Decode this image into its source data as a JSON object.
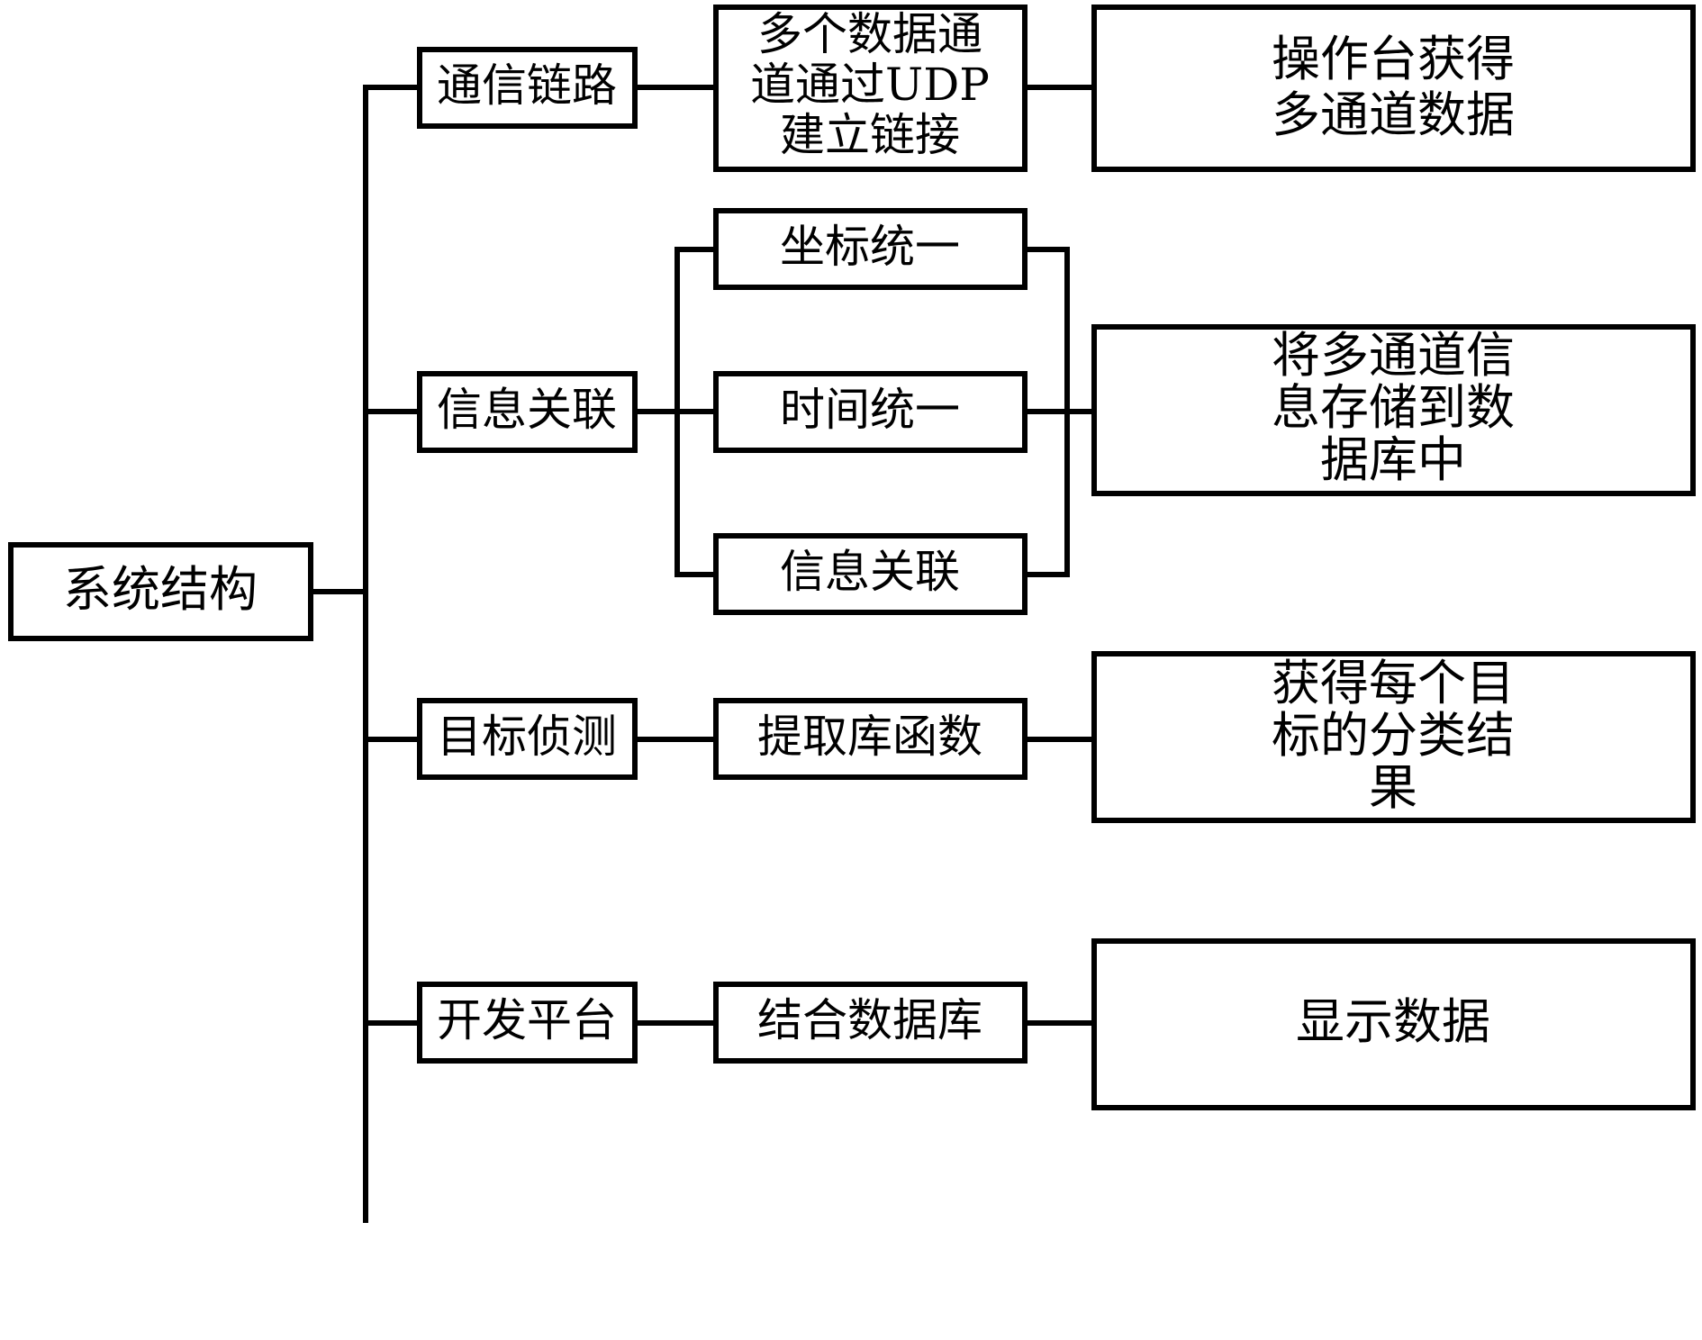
{
  "diagram": {
    "title": "系统结构",
    "type": "tree-block-diagram",
    "palette": {
      "background": "#ffffff",
      "line": "#000000",
      "box_fill": "#ffffff",
      "box_stroke": "#000000",
      "text": "#000000"
    },
    "root": {
      "id": "root",
      "label": "系统结构",
      "lines": [
        "系统结构"
      ]
    },
    "branches": [
      {
        "id": "branch-comm",
        "level2": {
          "id": "comm-link",
          "label": "通信链路",
          "lines": [
            "通信链路"
          ]
        },
        "level3": [
          {
            "id": "udp-channels",
            "label": "多个数据通道通过UDP建立链接",
            "lines": [
              "多个数据通",
              "道通过UDP",
              "建立链接"
            ]
          }
        ],
        "level4": {
          "id": "console-multi-channel",
          "label": "操作台获得多通道数据",
          "lines": [
            "操作台获得",
            "多通道数据"
          ]
        }
      },
      {
        "id": "branch-assoc",
        "level2": {
          "id": "info-assoc",
          "label": "信息关联",
          "lines": [
            "信息关联"
          ]
        },
        "level3": [
          {
            "id": "coord-unify",
            "label": "坐标统一",
            "lines": [
              "坐标统一"
            ]
          },
          {
            "id": "time-unify",
            "label": "时间统一",
            "lines": [
              "时间统一"
            ]
          },
          {
            "id": "info-assoc-sub",
            "label": "信息关联",
            "lines": [
              "信息关联"
            ]
          }
        ],
        "level4": {
          "id": "store-to-db",
          "label": "将多通道信息存储到数据库中",
          "lines": [
            "将多通道信",
            "息存储到数",
            "据库中"
          ]
        }
      },
      {
        "id": "branch-detect",
        "level2": {
          "id": "target-detect",
          "label": "目标侦测",
          "lines": [
            "目标侦测"
          ]
        },
        "level3": [
          {
            "id": "extract-lib-func",
            "label": "提取库函数",
            "lines": [
              "提取库函数"
            ]
          }
        ],
        "level4": {
          "id": "classify-result",
          "label": "获得每个目标的分类结果",
          "lines": [
            "获得每个目",
            "标的分类结",
            "果"
          ]
        }
      },
      {
        "id": "branch-platform",
        "level2": {
          "id": "dev-platform",
          "label": "开发平台",
          "lines": [
            "开发平台"
          ]
        },
        "level3": [
          {
            "id": "combine-db",
            "label": "结合数据库",
            "lines": [
              "结合数据库"
            ]
          }
        ],
        "level4": {
          "id": "show-data",
          "label": "显示数据",
          "lines": [
            "显示数据"
          ]
        }
      }
    ]
  }
}
